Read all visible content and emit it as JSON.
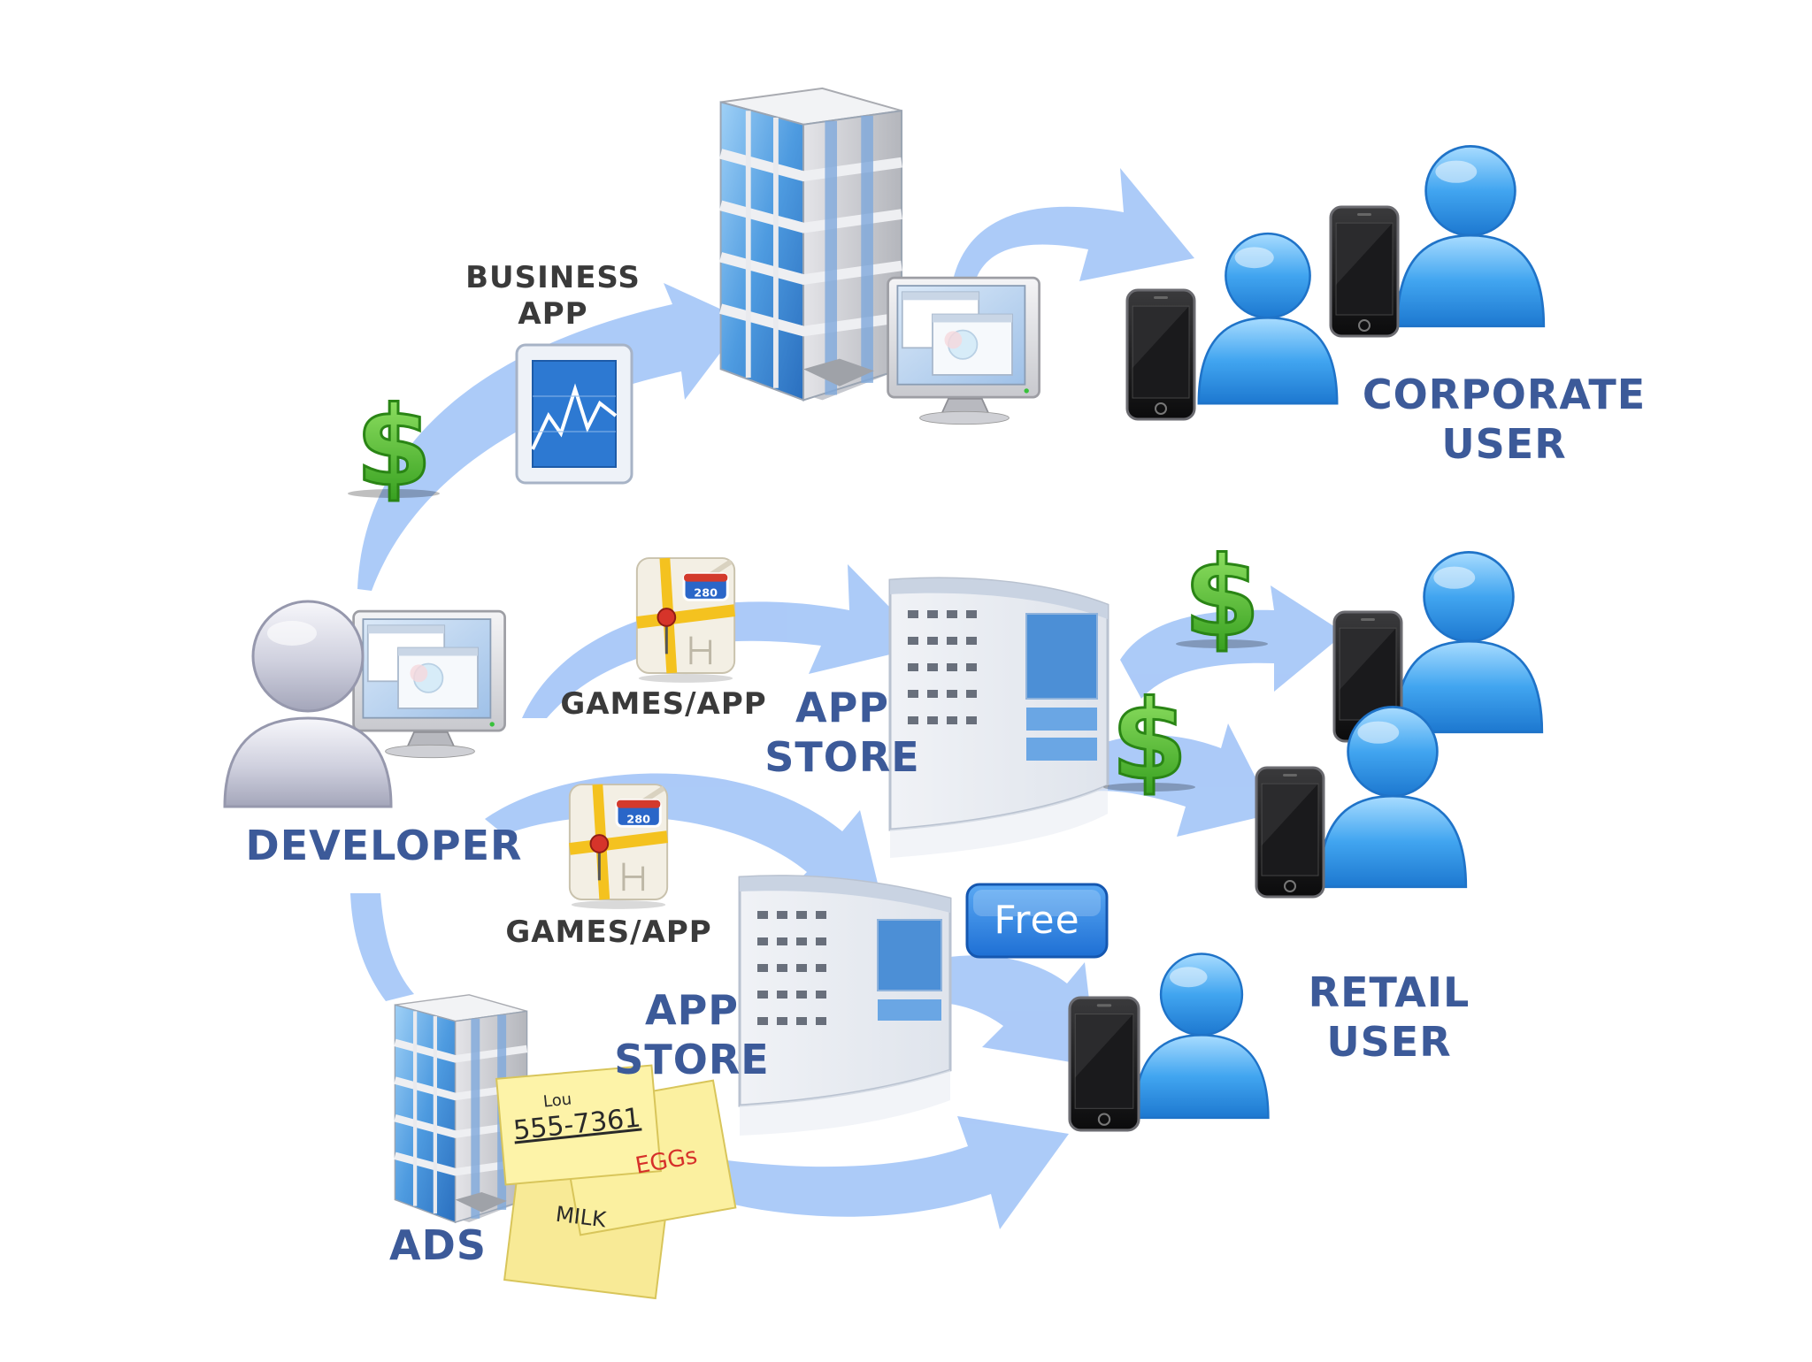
{
  "labels": {
    "business_app": [
      "BUSINESS",
      "APP"
    ],
    "corporate_user": [
      "CORPORATE",
      "USER"
    ],
    "developer": "DEVELOPER",
    "games_app_top": "GAMES/APP",
    "app_store_top": [
      "APP",
      "STORE"
    ],
    "games_app_bottom": "GAMES/APP",
    "app_store_bottom": [
      "APP",
      "STORE"
    ],
    "retail_user": [
      "RETAIL",
      "USER"
    ],
    "ads": "ADS",
    "free_badge": "Free"
  },
  "icons": {
    "dollar_symbol": "$",
    "note_phone": "555-7361",
    "note_phone_name": "Lou",
    "note_eggs": "EGGs",
    "note_milk": "MILK",
    "map_route": "280"
  },
  "colors": {
    "label_blue": "#3c5a99",
    "label_dark": "#3a3a3a",
    "arrow": "#a8c8f8",
    "user_blue": "#41a5f0",
    "developer_gray": "#c6c7d8",
    "dollar_green": "#4fc734",
    "free_badge": "#2b7fe0",
    "note_yellow": "#fbf0a0"
  }
}
